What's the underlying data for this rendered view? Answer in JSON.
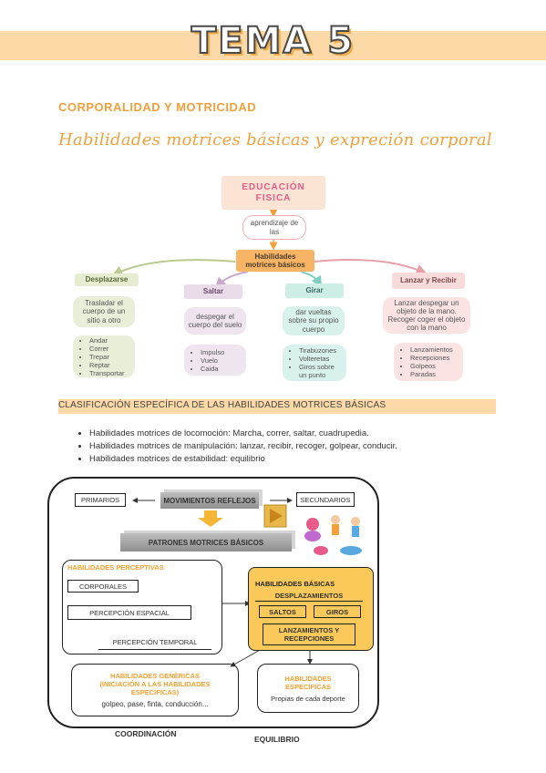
{
  "header": {
    "title": "TEMA 5",
    "subhead": "CORPORALIDAD Y MOTRICIDAD",
    "cursive": "Habilidades motrices básicas y expreción corporal"
  },
  "map": {
    "edu": "EDUCACIÓN FISICA",
    "aprendizaje": "aprendizaje de las",
    "hmb": "Habilidades motrices básicos",
    "desplazarse": {
      "label": "Desplazarse",
      "desc": "Trasladar el cuerpo de un sitio a otro",
      "items": [
        "Andar",
        "Correr",
        "Trepar",
        "Reptar",
        "Transportar"
      ]
    },
    "saltar": {
      "label": "Saltar",
      "desc": "despegar el cuerpo del suelo",
      "items": [
        "Impulso",
        "Vuelo",
        "Caida"
      ]
    },
    "girar": {
      "label": "Girar",
      "desc": "dar vueltas sobre su propio cuerpo",
      "items": [
        "Tirabuzones",
        "Volteretas",
        "Giros sobre un punto"
      ]
    },
    "lanzar": {
      "label": "Lanzar y Recibir",
      "desc": "Lanzar despegar un objeto de la mano. Recoger coger el objeto con la mano",
      "items": [
        "Lanzamientos",
        "Recepciones",
        "Golpeos",
        "Paradas"
      ]
    }
  },
  "section": {
    "title": "CLASIFICACIÓN ESPECÍFICA DE LAS HABILIDADES MOTRICES BÁSICAS",
    "bullets": [
      "Habilidades motrices de locomoción: Marcha, correr, saltar, cuadrupedia.",
      "Habilidades motrices de manipulación: lanzar, recibir, recoger, golpear, conducir.",
      "Habilidades motrices de estabilidad: equilibrio"
    ]
  },
  "diagram": {
    "primarios": "PRIMARIOS",
    "reflejos": "MOVIMIENTOS REFLEJOS",
    "secundarios": "SECUNDARIOS",
    "patrones": "PATRONES MOTRICES BÁSICOS",
    "perceptivas": "HABILIDADES PERCEPTIVAS",
    "corporales": "CORPORALES",
    "espacial": "PERCEPCIÓN ESPACIAL",
    "temporal": "PERCEPCIÓN TEMPORAL",
    "basicas": "HABILIDADES BÁSICAS",
    "desplazamientos": "DESPLAZAMIENTOS",
    "saltos": "SALTOS",
    "giros": "GIROS",
    "lanzamientos": "LANZAMIENTOS Y RECEPCIONES",
    "genericas": "HABILIDADES GENÉRICAS (INICIACIÓN A LAS HABILIDADES ESPECÍFICAS)",
    "genericas_desc": "golpeo, pase, finta, conducción...",
    "especificas": "HABILIDADES ESPECÍFICAS",
    "especificas_desc": "Propias de cada deporte",
    "coordinacion": "COORDINACIÓN",
    "equilibrio": "EQUILIBRIO"
  },
  "colors": {
    "accent": "#f2a03a",
    "banner": "#fcd9a6"
  }
}
